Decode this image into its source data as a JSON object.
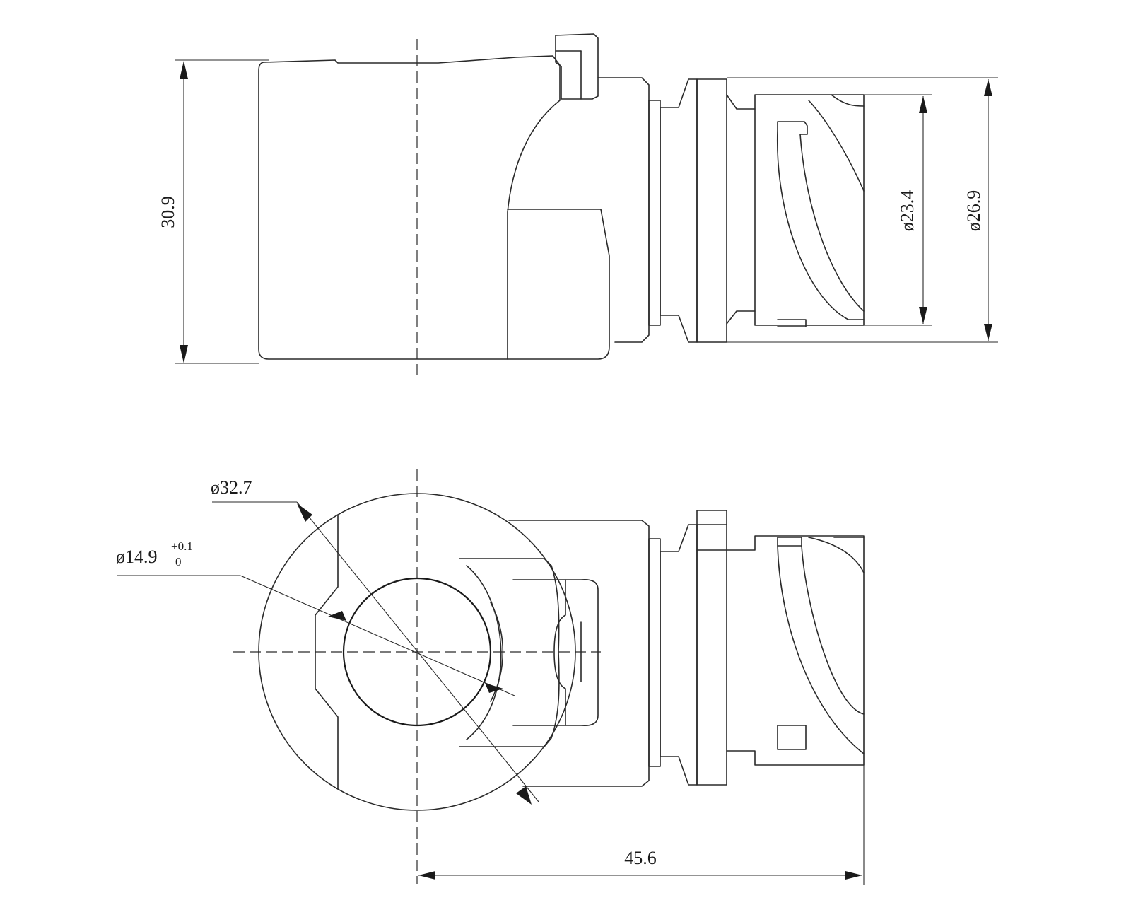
{
  "dimensions": {
    "height_side": "30.9",
    "dia_inner_connector": "ø23.4",
    "dia_outer_connector": "ø26.9",
    "dia_body": "ø32.7",
    "dia_bore_main": "ø14.9",
    "dia_bore_tol_upper": "+0.1",
    "dia_bore_tol_lower": "0",
    "length_total": "45.6"
  },
  "colors": {
    "line": "#2a2a2a",
    "background": "#ffffff"
  }
}
